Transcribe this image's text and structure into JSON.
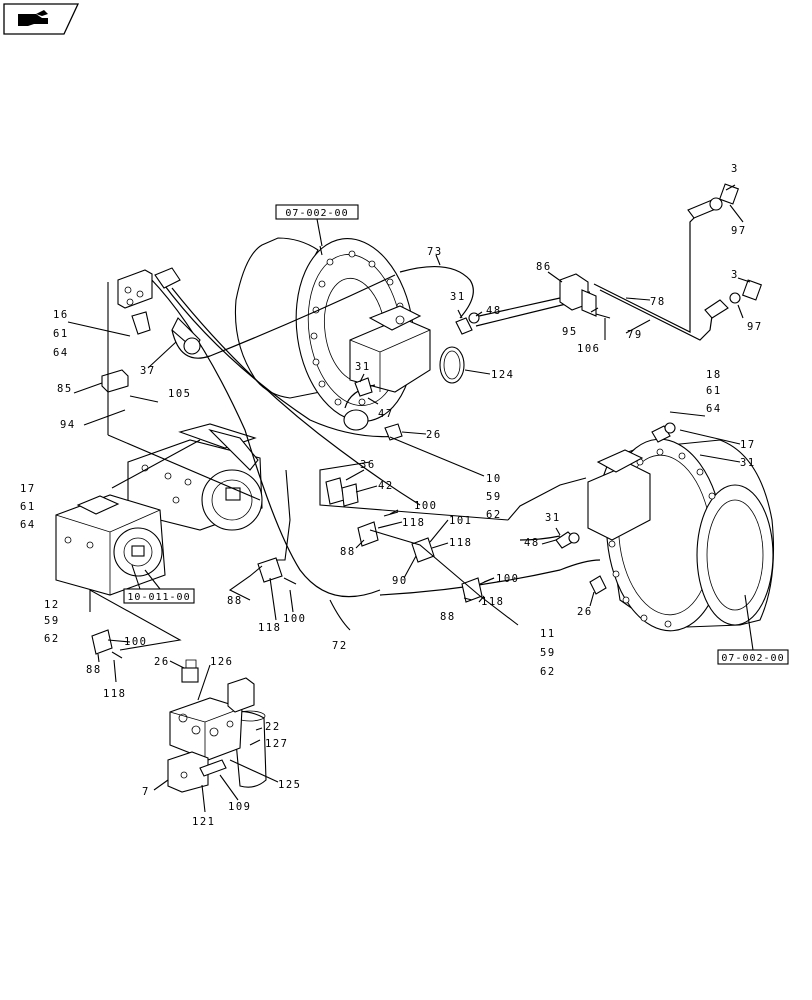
{
  "nav": {
    "icon": "hand-pointer-icon"
  },
  "refs": {
    "top_motor": "07-002-00",
    "pump": "10-011-00",
    "right_motor": "07-002-00"
  },
  "labels": {
    "l3a": "3",
    "l97a": "97",
    "l3b": "3",
    "l97b": "97",
    "l73": "73",
    "l86": "86",
    "l78": "78",
    "l95": "95",
    "l79": "79",
    "l106": "106",
    "l16": "16",
    "l61a": "61",
    "l64a": "64",
    "l31a": "31",
    "l48a": "48",
    "l37": "37",
    "l31b": "31",
    "l124": "124",
    "l85": "85",
    "l105": "105",
    "l94": "94",
    "l47": "47",
    "l26a": "26",
    "l18": "18",
    "l61b": "61",
    "l64b": "64",
    "l17a": "17",
    "l31c": "31",
    "l10": "10",
    "l59a": "59",
    "l62a": "62",
    "l17b": "17",
    "l61c": "61",
    "l64c": "64",
    "l36": "36",
    "l42": "42",
    "l100a": "100",
    "l118a": "118",
    "l101": "101",
    "l31d": "31",
    "l48b": "48",
    "l88a": "88",
    "l118b": "118",
    "l90": "90",
    "l100b": "100",
    "l118c": "118",
    "l88b": "88",
    "l26b": "26",
    "l88c": "88",
    "l118d": "118",
    "l100c": "100",
    "l12": "12",
    "l59b": "59",
    "l62b": "62",
    "l11": "11",
    "l59c": "59",
    "l62c": "62",
    "l100d": "100",
    "l72": "72",
    "l88d": "88",
    "l118e": "118",
    "l26c": "26",
    "l126": "126",
    "l22": "22",
    "l127": "127",
    "l7": "7",
    "l125": "125",
    "l109": "109",
    "l121": "121"
  }
}
